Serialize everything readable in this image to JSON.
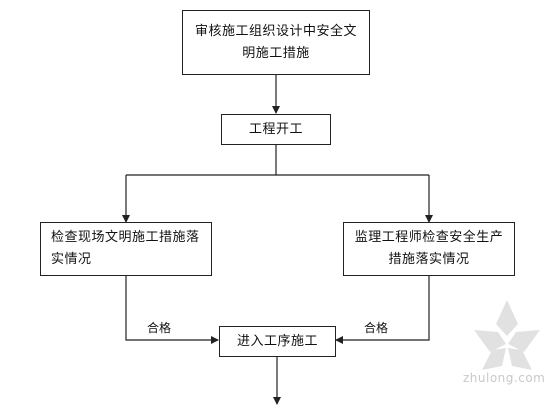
{
  "flowchart": {
    "review_box": "审核施工组织设计中安全文明施工措施",
    "start_box": "工程开工",
    "check_site_box": "检查现场文明施工措施落实情况",
    "supervisor_box": "监理工程师检查安全生产措施落实情况",
    "pass_label_left": "合格",
    "pass_label_right": "合格",
    "enter_process_box": "进入工序施工"
  },
  "watermark": {
    "text": "zhulong.com",
    "icon": "zhulong-logo-icon"
  },
  "colors": {
    "stroke": "#222222",
    "watermark": "#d6d6d6"
  }
}
